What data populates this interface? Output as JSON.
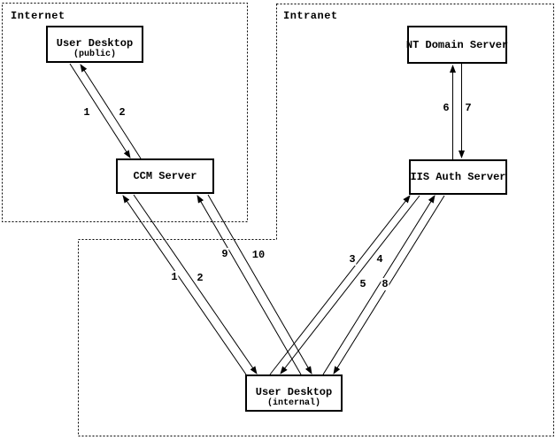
{
  "regions": {
    "internet": {
      "label": "Internet"
    },
    "intranet": {
      "label": "Intranet"
    }
  },
  "nodes": {
    "user_desktop_public": {
      "title": "User Desktop",
      "subtitle": "(public)"
    },
    "ccm_server": {
      "title": "CCM Server"
    },
    "nt_domain_server": {
      "title": "NT Domain Server"
    },
    "iis_auth_server": {
      "title": "IIS Auth Server"
    },
    "user_desktop_internal": {
      "title": "User Desktop",
      "subtitle": "(internal)"
    }
  },
  "flows": [
    {
      "label": "1",
      "from": "User Desktop (public)",
      "to": "CCM Server"
    },
    {
      "label": "2",
      "from": "CCM Server",
      "to": "User Desktop (public)"
    },
    {
      "label": "1",
      "from": "User Desktop (internal)",
      "to": "CCM Server"
    },
    {
      "label": "2",
      "from": "CCM Server",
      "to": "User Desktop (internal)"
    },
    {
      "label": "9",
      "from": "User Desktop (internal)",
      "to": "CCM Server"
    },
    {
      "label": "10",
      "from": "CCM Server",
      "to": "User Desktop (internal)"
    },
    {
      "label": "3",
      "from": "User Desktop (internal)",
      "to": "IIS Auth Server"
    },
    {
      "label": "4",
      "from": "IIS Auth Server",
      "to": "User Desktop (internal)"
    },
    {
      "label": "5",
      "from": "User Desktop (internal)",
      "to": "IIS Auth Server"
    },
    {
      "label": "8",
      "from": "IIS Auth Server",
      "to": "User Desktop (internal)"
    },
    {
      "label": "6",
      "from": "IIS Auth Server",
      "to": "NT Domain Server"
    },
    {
      "label": "7",
      "from": "NT Domain Server",
      "to": "IIS Auth Server"
    }
  ],
  "colors": {
    "ink": "#000000",
    "background": "#ffffff"
  }
}
